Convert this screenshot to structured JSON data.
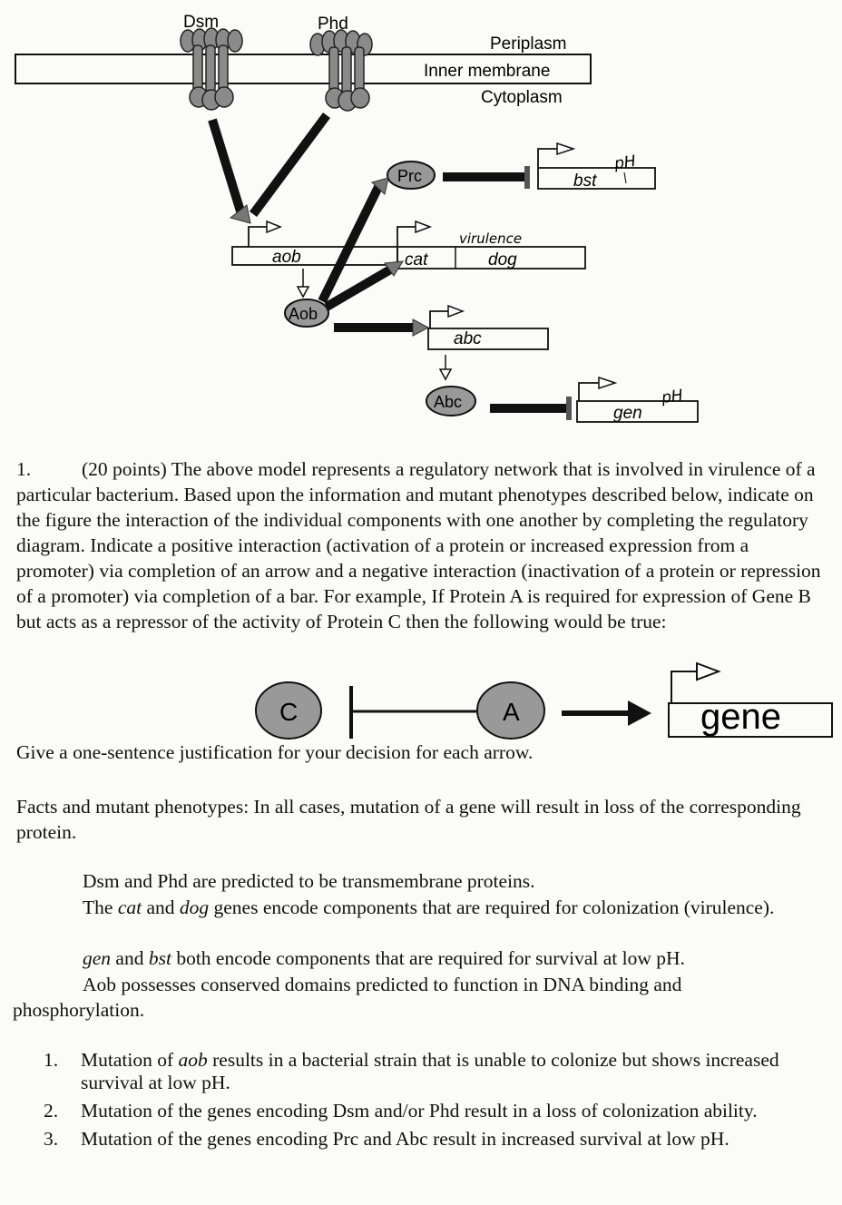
{
  "diagram": {
    "proteins": {
      "dsm": "Dsm",
      "phd": "Phd",
      "prc": "Prc",
      "aob": "Aob",
      "abc": "Abc"
    },
    "membrane": {
      "periplasm": "Periplasm",
      "inner": "Inner membrane",
      "cytoplasm": "Cytoplasm"
    },
    "genes": {
      "bst": "bst",
      "aob": "aob",
      "cat": "cat",
      "dog": "dog",
      "abc": "abc",
      "gen": "gen"
    },
    "handwriting": {
      "ph1": "pH",
      "virulence": "virulence",
      "ph2": "pH"
    }
  },
  "question": {
    "number": "1.",
    "text": "(20 points) The above model represents a regulatory network that is involved in virulence of a particular bacterium.  Based upon the information and mutant phenotypes described below, indicate on the figure the interaction of the individual components with one another by completing the regulatory diagram.  Indicate a positive interaction (activation of a protein or increased expression from a promoter) via completion of an arrow and a negative interaction (inactivation of a protein or repression of a promoter) via completion of a bar.  For example, If Protein A is required for expression of Gene B but acts as a repressor of the activity of Protein C then the following would be true:"
  },
  "example": {
    "c": "C",
    "a": "A",
    "gene": "gene"
  },
  "justification": "Give a one-sentence justification for your decision for each arrow.",
  "facts_intro": "Facts and mutant phenotypes: In all cases, mutation of a gene will result in loss of the corresponding protein.",
  "facts": {
    "f1": "Dsm and Phd are predicted to be transmembrane proteins.",
    "f2_pre": "The ",
    "f2_cat": "cat",
    "f2_and": " and ",
    "f2_dog": "dog",
    "f2_post": " genes encode components that are required for colonization (virulence).",
    "f3_gen": "gen",
    "f3_and": " and ",
    "f3_bst": "bst",
    "f3_post": " both encode components that are required for survival at low pH.",
    "f4": "Aob possesses conserved domains predicted to function in DNA binding and phosphorylation."
  },
  "mutations": [
    {
      "n": "1.",
      "pre": "Mutation of ",
      "gene": "aob",
      "post": " results in a bacterial strain that is unable to colonize but shows increased survival at low pH."
    },
    {
      "n": "2.",
      "text": "Mutation of the genes encoding Dsm and/or Phd result in a loss of colonization ability."
    },
    {
      "n": "3.",
      "text": "Mutation of the genes encoding Prc and Abc result in increased survival at low pH."
    }
  ]
}
